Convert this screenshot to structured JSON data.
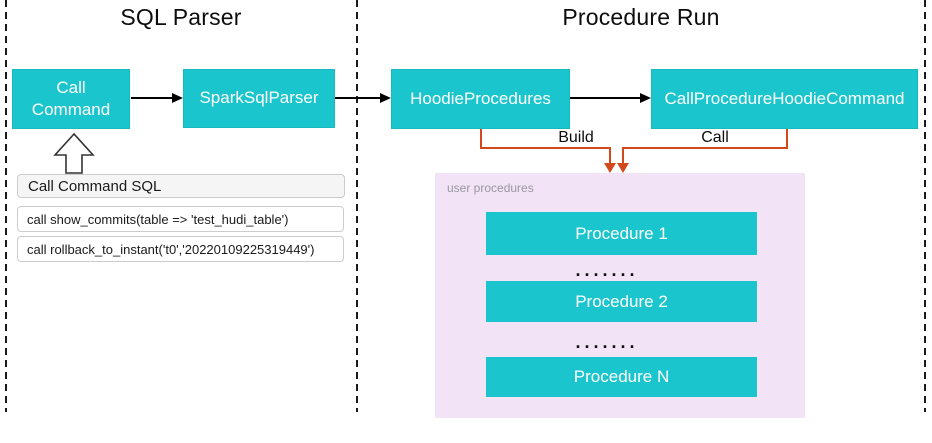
{
  "sections": [
    {
      "title": "SQL Parser"
    },
    {
      "title": "Procedure Run"
    }
  ],
  "nodes": {
    "call_command": {
      "label": "Call Command"
    },
    "spark_sql_parser": {
      "label": "SparkSqlParser"
    },
    "hoodie_procedures": {
      "label": "HoodieProcedures"
    },
    "call_procedure_hoodie_command": {
      "label": "CallProcedureHoodieCommand"
    }
  },
  "edges": {
    "build_label": "Build",
    "call_label": "Call"
  },
  "sql_panel": {
    "header": "Call Command SQL",
    "examples": [
      "call show_commits(table => 'test_hudi_table')",
      "call rollback_to_instant('t0','20220109225319449')"
    ]
  },
  "procedures_group": {
    "label": "user procedures",
    "items": [
      "Procedure 1",
      "Procedure 2",
      "Procedure N"
    ],
    "ellipsis": "......."
  },
  "colors": {
    "teal": "#1bc5cd",
    "pink": "#f2e4f6",
    "orange": "#d2491d",
    "label_gray": "#9a96a0",
    "sql_header_bg": "#f5f5f5",
    "border_gray": "#cccccc"
  }
}
